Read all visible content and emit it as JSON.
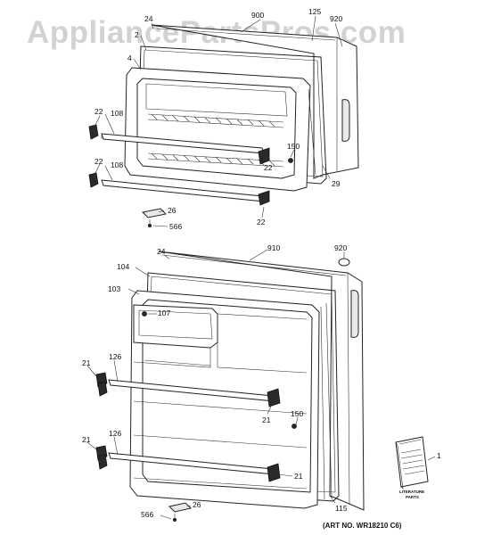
{
  "watermark": "AppliancePartsPros.com",
  "art_number": "(ART NO. WR18210 C6)",
  "literature_label": [
    "LITERATURE",
    "PARTS"
  ],
  "labels": {
    "p24_top": "24",
    "p900": "900",
    "p125": "125",
    "p920_top": "920",
    "p2": "2",
    "p4": "4",
    "p22_a": "22",
    "p108_a": "108",
    "p150_top": "150",
    "p22_b": "22",
    "p22_c": "22",
    "p108_b": "108",
    "p29": "29",
    "p26_top": "26",
    "p566_top": "566",
    "p22_d": "22",
    "p24_bot": "24",
    "p910": "910",
    "p920_bot": "920",
    "p104": "104",
    "p103": "103",
    "p107": "107",
    "p21_a": "21",
    "p126_a": "126",
    "p21_b": "21",
    "p150_bot": "150",
    "p21_c": "21",
    "p126_b": "126",
    "p21_d": "21",
    "p1": "1",
    "p115": "115",
    "p26_bot": "26",
    "p566_bot": "566"
  }
}
